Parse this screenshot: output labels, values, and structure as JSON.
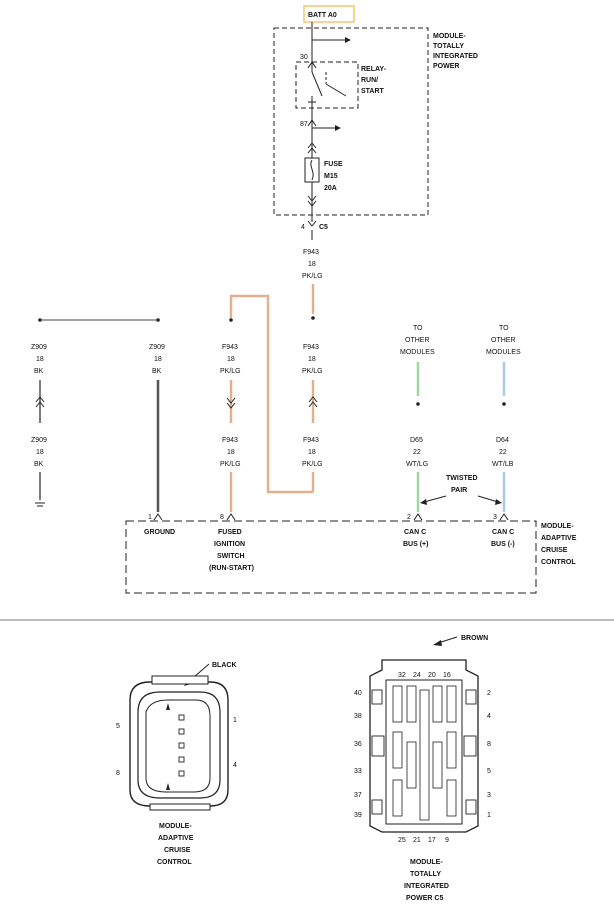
{
  "batt": "BATT A0",
  "tip": {
    "title": [
      "MODULE-",
      "TOTALLY",
      "INTEGRATED",
      "POWER"
    ],
    "relay": [
      "RELAY-",
      "RUN/",
      "START"
    ],
    "pin30": "30",
    "pin87": "87",
    "fuse": [
      "FUSE",
      "M15",
      "20A"
    ],
    "c5_pin": "4",
    "c5": "C5"
  },
  "wires": {
    "top_feed": [
      "F943",
      "18",
      "PK/LG"
    ],
    "z909_upper_left": [
      "Z909",
      "18",
      "BK"
    ],
    "z909_upper_right": [
      "Z909",
      "18",
      "BK"
    ],
    "z909_lower_left": [
      "Z909",
      "18",
      "BK"
    ],
    "f943_upper_mid": [
      "F943",
      "18",
      "PK/LG"
    ],
    "f943_upper_right": [
      "F943",
      "18",
      "PK/LG"
    ],
    "f943_lower_mid": [
      "F943",
      "18",
      "PK/LG"
    ],
    "f943_lower_right": [
      "F943",
      "18",
      "PK/LG"
    ],
    "to_other_1": [
      "TO",
      "OTHER",
      "MODULES"
    ],
    "to_other_2": [
      "TO",
      "OTHER",
      "MODULES"
    ],
    "d65": [
      "D65",
      "22",
      "WT/LG"
    ],
    "d64": [
      "D64",
      "22",
      "WT/LB"
    ],
    "twisted": [
      "TWISTED",
      "PAIR"
    ]
  },
  "acc": {
    "title": [
      "MODULE-",
      "ADAPTIVE",
      "CRUISE",
      "CONTROL"
    ],
    "pins": [
      {
        "num": "1",
        "label": [
          "GROUND"
        ]
      },
      {
        "num": "8",
        "label": [
          "FUSED",
          "IGNITION",
          "SWITCH",
          "(RUN-START)"
        ]
      },
      {
        "num": "2",
        "label": [
          "CAN C",
          "BUS (+)"
        ]
      },
      {
        "num": "3",
        "label": [
          "CAN C",
          "BUS (-)"
        ]
      }
    ]
  },
  "connector_acc": {
    "color": "BLACK",
    "pins": [
      "5",
      "8",
      "1",
      "4"
    ],
    "caption": [
      "MODULE-",
      "ADAPTIVE",
      "CRUISE",
      "CONTROL"
    ]
  },
  "connector_tip": {
    "color": "BROWN",
    "top_pins": [
      "32",
      "24",
      "20",
      "16"
    ],
    "bottom_pins": [
      "25",
      "21",
      "17",
      "9"
    ],
    "left_pins": [
      "40",
      "38",
      "36",
      "33",
      "37",
      "39"
    ],
    "right_pins": [
      "2",
      "4",
      "8",
      "5",
      "3",
      "1"
    ],
    "caption": [
      "MODULE-",
      "TOTALLY",
      "INTEGRATED",
      "POWER C5"
    ]
  },
  "colors": {
    "pk_lg": "#e2b08f",
    "wt_lg": "#9fd89a",
    "wt_lb": "#a9cde4",
    "bk": "#555555",
    "batt_box": "#f2c26a"
  }
}
